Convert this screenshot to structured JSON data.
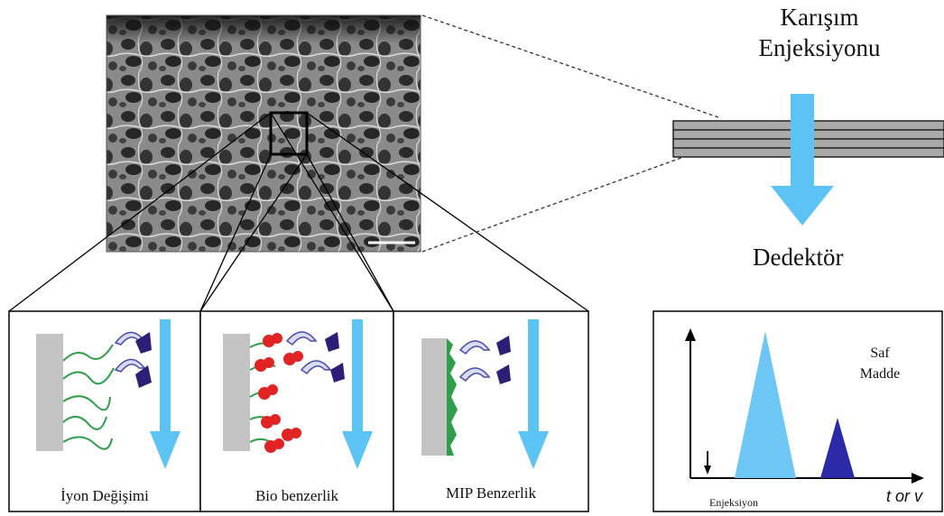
{
  "column": {
    "top_label_line1": "Karışım",
    "top_label_line2": "Enjeksiyonu",
    "bottom_label": "Dedektör"
  },
  "panels": [
    {
      "caption": "İyon Değişimi"
    },
    {
      "caption": "Bio benzerlik"
    },
    {
      "caption": "MIP Benzerlik"
    }
  ],
  "chromatogram": {
    "peak_label_line1": "Saf",
    "peak_label_line2": "Madde",
    "x_start_label": "Enjeksiyon",
    "x_axis_label": "t  or v"
  },
  "colors": {
    "flow_arrow": "#5bc4f5",
    "impurity_peak": "#6ec6f4",
    "pure_peak": "#2a2aa8",
    "ligand_protein": "#e02424",
    "polymer_chain": "#2e9e4a",
    "analyte": "#2d1f78"
  }
}
